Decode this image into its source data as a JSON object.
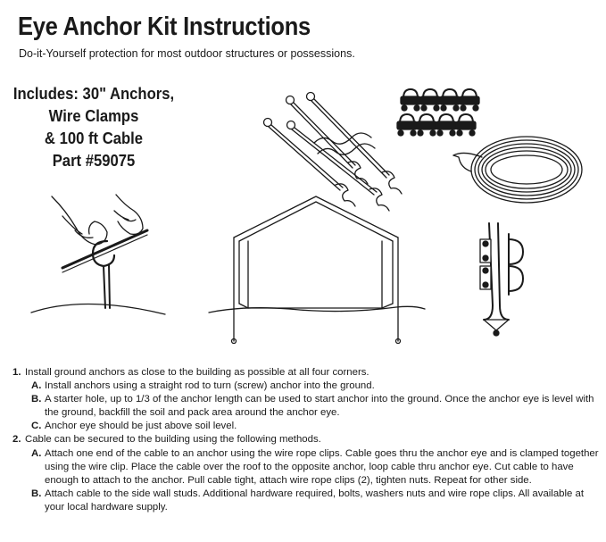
{
  "header": {
    "title": "Eye Anchor Kit Instructions",
    "subtitle": "Do-it-Yourself protection for most outdoor structures or possessions."
  },
  "includes": {
    "lines": [
      "Includes: 30\" Anchors,",
      "Wire Clamps",
      "& 100 ft Cable",
      "Part #59075"
    ]
  },
  "illustrations": {
    "items": [
      "anchors-icon",
      "wire-clamps-icon",
      "cable-coil-icon",
      "hand-turning-anchor-icon",
      "shelter-anchored-icon",
      "cable-clamp-loop-icon"
    ]
  },
  "instructions": {
    "steps": [
      {
        "num": "1.",
        "text": "Install ground anchors as close to the building as possible at all four corners.",
        "subs": [
          {
            "num": "A.",
            "text": "Install anchors using a straight rod to turn (screw) anchor into the ground."
          },
          {
            "num": "B.",
            "text": "A starter hole, up to 1/3 of the anchor length can be used to start anchor into the ground. Once the anchor eye is level with the ground, backfill the soil and pack area around the anchor eye."
          },
          {
            "num": "C.",
            "text": "Anchor eye should be just above soil level."
          }
        ]
      },
      {
        "num": "2.",
        "text": "Cable can be secured to the building using the following methods.",
        "subs": [
          {
            "num": "A.",
            "text": "Attach one end of the cable to an anchor using the wire rope clips. Cable goes thru the anchor eye and is clamped together using the wire clip.  Place the cable over the roof to the opposite anchor, loop cable thru anchor eye. Cut cable to have enough to attach to the anchor.  Pull cable tight, attach wire rope clips (2), tighten nuts. Repeat for other side."
          },
          {
            "num": "B.",
            "text": "Attach cable to the side wall studs. Additional hardware required, bolts, washers nuts and wire rope clips. All available at your local hardware supply."
          }
        ]
      }
    ]
  }
}
